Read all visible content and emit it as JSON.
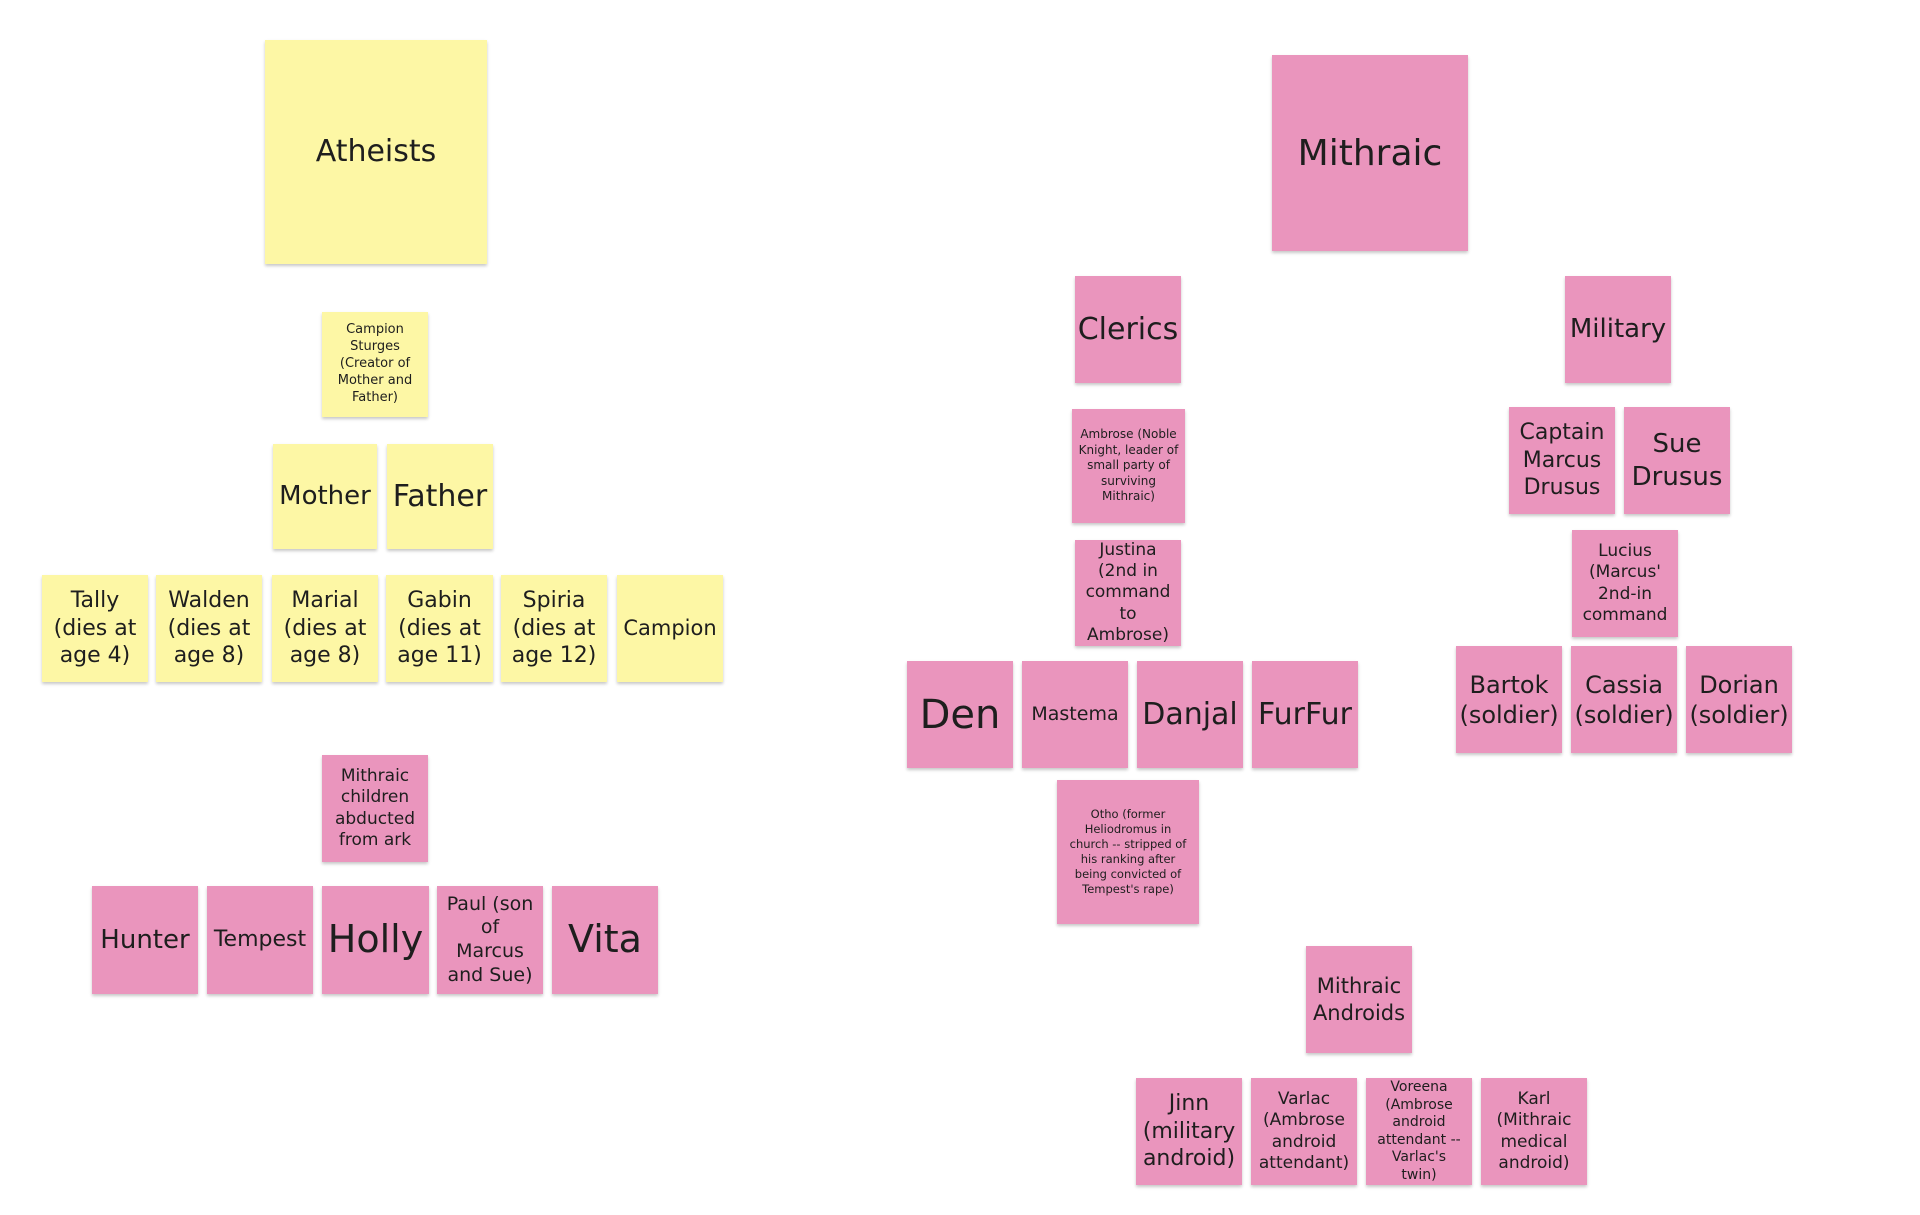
{
  "colors": {
    "yellow_note": "#fdf7a5",
    "pink_note": "#ea95bd",
    "background": "#ffffff"
  },
  "atheists": {
    "title": "Atheists",
    "creator": "Campion Sturges (Creator of Mother and Father)",
    "parents": [
      "Mother",
      "Father"
    ],
    "children": [
      "Tally\n(dies at\nage 4)",
      "Walden\n(dies at\nage 8)",
      "Marial\n(dies at\nage 8)",
      "Gabin\n(dies at\nage 11)",
      "Spiria\n(dies at\nage 12)",
      "Campion"
    ],
    "abducted_header": "Mithraic children abducted from ark",
    "abducted": [
      "Hunter",
      "Tempest",
      "Holly",
      "Paul (son of Marcus and Sue)",
      "Vita"
    ]
  },
  "mithraic": {
    "title": "Mithraic",
    "clerics": {
      "header": "Clerics",
      "ambrose": "Ambrose (Noble Knight, leader of small party of surviving Mithraic)",
      "justina": "Justina (2nd in command to Ambrose)",
      "members": [
        "Den",
        "Mastema",
        "Danjal",
        "FurFur"
      ],
      "otho": "Otho (former Heliodromus in church -- stripped of his ranking after being convicted of Tempest's rape)"
    },
    "military": {
      "header": "Military",
      "captain": "Captain Marcus Drusus",
      "sue": "Sue Drusus",
      "lucius": "Lucius (Marcus' 2nd-in command",
      "soldiers": [
        "Bartok (soldier)",
        "Cassia (soldier)",
        "Dorian (soldier)"
      ]
    },
    "androids": {
      "header": "Mithraic Androids",
      "members": [
        "Jinn\n(military\nandroid)",
        "Varlac\n(Ambrose\nandroid\nattendant)",
        "Voreena (Ambrose android attendant -- Varlac's twin)",
        "Karl\n(Mithraic\nmedical\nandroid)"
      ]
    }
  }
}
